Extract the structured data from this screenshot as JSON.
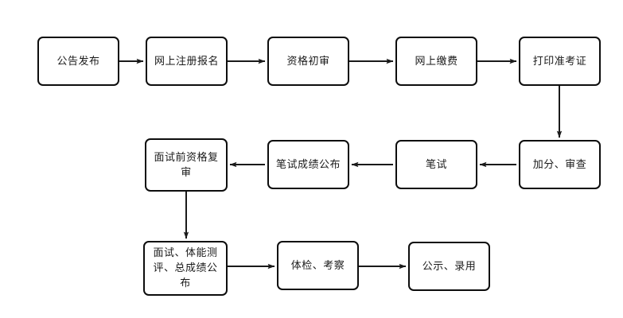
{
  "diagram": {
    "type": "flowchart",
    "title": "",
    "style": {
      "node_fill": "#ffffff",
      "node_stroke": "#0d0d0d",
      "edge_stroke": "#1a1a1a",
      "background": "#ffffff"
    },
    "nodes": [
      {
        "id": "announce",
        "label": "公告发布",
        "row": 1,
        "col": 1
      },
      {
        "id": "register",
        "label": "网上注册报名",
        "row": 1,
        "col": 2
      },
      {
        "id": "prelim",
        "label": "资格初审",
        "row": 1,
        "col": 3
      },
      {
        "id": "payment",
        "label": "网上缴费",
        "row": 1,
        "col": 4
      },
      {
        "id": "printadmit",
        "label": "打印准考证",
        "row": 1,
        "col": 5
      },
      {
        "id": "bonusreview",
        "label": "加分、审查",
        "row": 2,
        "col": 5
      },
      {
        "id": "written",
        "label": "笔试",
        "row": 2,
        "col": 4
      },
      {
        "id": "writtenresult",
        "label": "笔试成绩公布",
        "row": 2,
        "col": 3
      },
      {
        "id": "requalify",
        "label": "面试前资格复审",
        "row": 2,
        "col": 2
      },
      {
        "id": "interview",
        "label": "面试、体能测评、总成绩公布",
        "row": 3,
        "col": 2
      },
      {
        "id": "medical",
        "label": "体检、考察",
        "row": 3,
        "col": 3
      },
      {
        "id": "publicize",
        "label": "公示、录用",
        "row": 3,
        "col": 4
      }
    ],
    "edges": [
      {
        "from": "announce",
        "to": "register",
        "direction": "right"
      },
      {
        "from": "register",
        "to": "prelim",
        "direction": "right"
      },
      {
        "from": "prelim",
        "to": "payment",
        "direction": "right"
      },
      {
        "from": "payment",
        "to": "printadmit",
        "direction": "right"
      },
      {
        "from": "printadmit",
        "to": "bonusreview",
        "direction": "down"
      },
      {
        "from": "bonusreview",
        "to": "written",
        "direction": "left"
      },
      {
        "from": "written",
        "to": "writtenresult",
        "direction": "left"
      },
      {
        "from": "writtenresult",
        "to": "requalify",
        "direction": "left"
      },
      {
        "from": "requalify",
        "to": "interview",
        "direction": "down"
      },
      {
        "from": "interview",
        "to": "medical",
        "direction": "right"
      },
      {
        "from": "medical",
        "to": "publicize",
        "direction": "right"
      }
    ]
  }
}
